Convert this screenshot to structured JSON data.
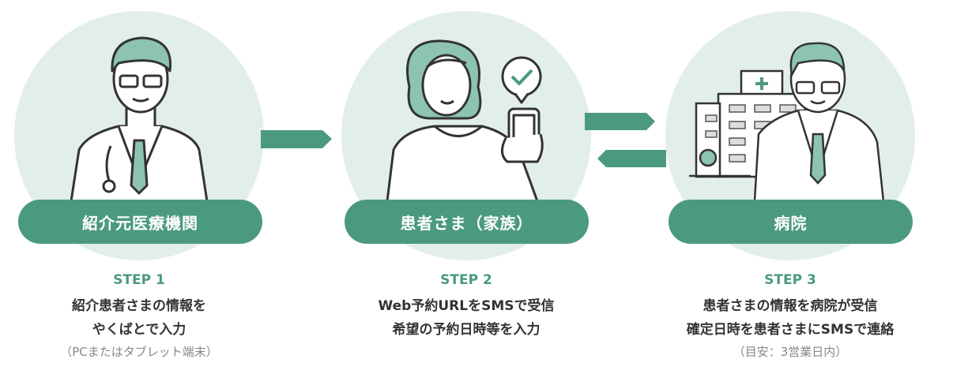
{
  "colors": {
    "accent": "#4b9a80",
    "circle": "#e2eeea",
    "text": "#333333",
    "note": "#888888"
  },
  "steps": [
    {
      "role": "紹介元医療機関",
      "step": "STEP 1",
      "lines": [
        "紹介患者さまの情報を",
        "やくばとで入力"
      ],
      "note": "（PCまたはタブレット端末）",
      "icon": "doctor-icon"
    },
    {
      "role": "患者さま（家族）",
      "step": "STEP 2",
      "lines": [
        "Web予約URLをSMSで受信",
        "希望の予約日時等を入力"
      ],
      "icon": "patient-with-phone-icon"
    },
    {
      "role": "病院",
      "step": "STEP 3",
      "lines": [
        "患者さまの情報を病院が受信",
        "確定日時を患者さまにSMSで連絡"
      ],
      "note": "（目安：3営業日内）",
      "icon": "hospital-doctor-icon"
    }
  ]
}
